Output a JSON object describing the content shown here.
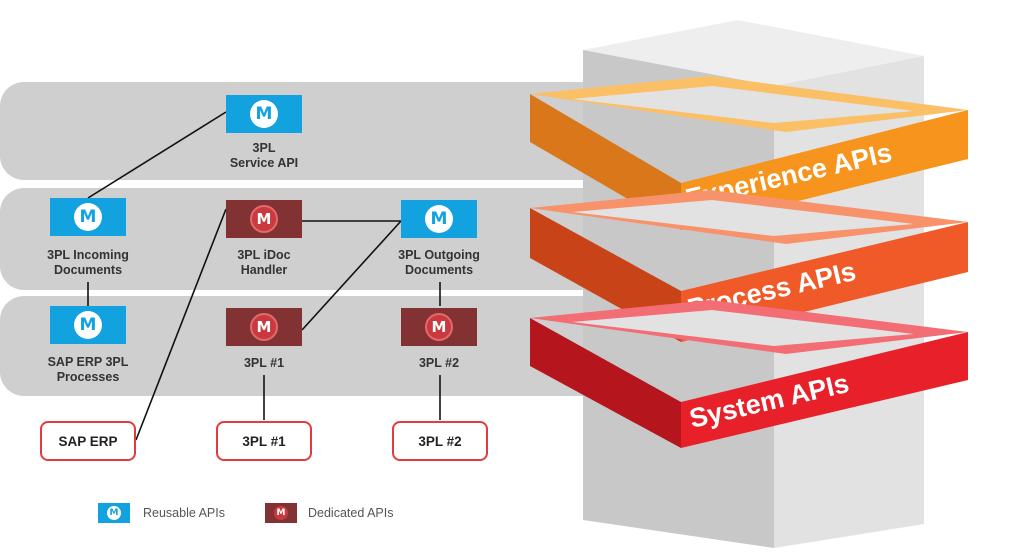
{
  "diagram": {
    "nodes": {
      "service_api": {
        "label": "3PL\nService API",
        "kind": "reusable"
      },
      "incoming_docs": {
        "label": "3PL Incoming\nDocuments",
        "kind": "reusable"
      },
      "idoc_handler": {
        "label": "3PL iDoc\nHandler",
        "kind": "dedicated"
      },
      "outgoing_docs": {
        "label": "3PL Outgoing\nDocuments",
        "kind": "reusable"
      },
      "sap_processes": {
        "label": "SAP ERP 3PL\nProcesses",
        "kind": "reusable"
      },
      "sys_3pl1": {
        "label": "3PL #1",
        "kind": "dedicated"
      },
      "sys_3pl2": {
        "label": "3PL #2",
        "kind": "dedicated"
      }
    },
    "systems": {
      "sap_erp": "SAP ERP",
      "tpl1": "3PL #1",
      "tpl2": "3PL #2"
    },
    "legend": {
      "reusable": "Reusable APIs",
      "dedicated": "Dedicated APIs"
    },
    "layers": {
      "experience": "Experience APIs",
      "process": "Process APIs",
      "system": "System APIs"
    },
    "icon_glyph": "M",
    "icon_name": "mulesoft-logo-icon",
    "colors": {
      "reusable": "#12a2df",
      "dedicated": "#833234",
      "experience": "#f7941d",
      "process": "#f05a28",
      "system": "#e8202a",
      "band": "#cfcfcf"
    }
  }
}
